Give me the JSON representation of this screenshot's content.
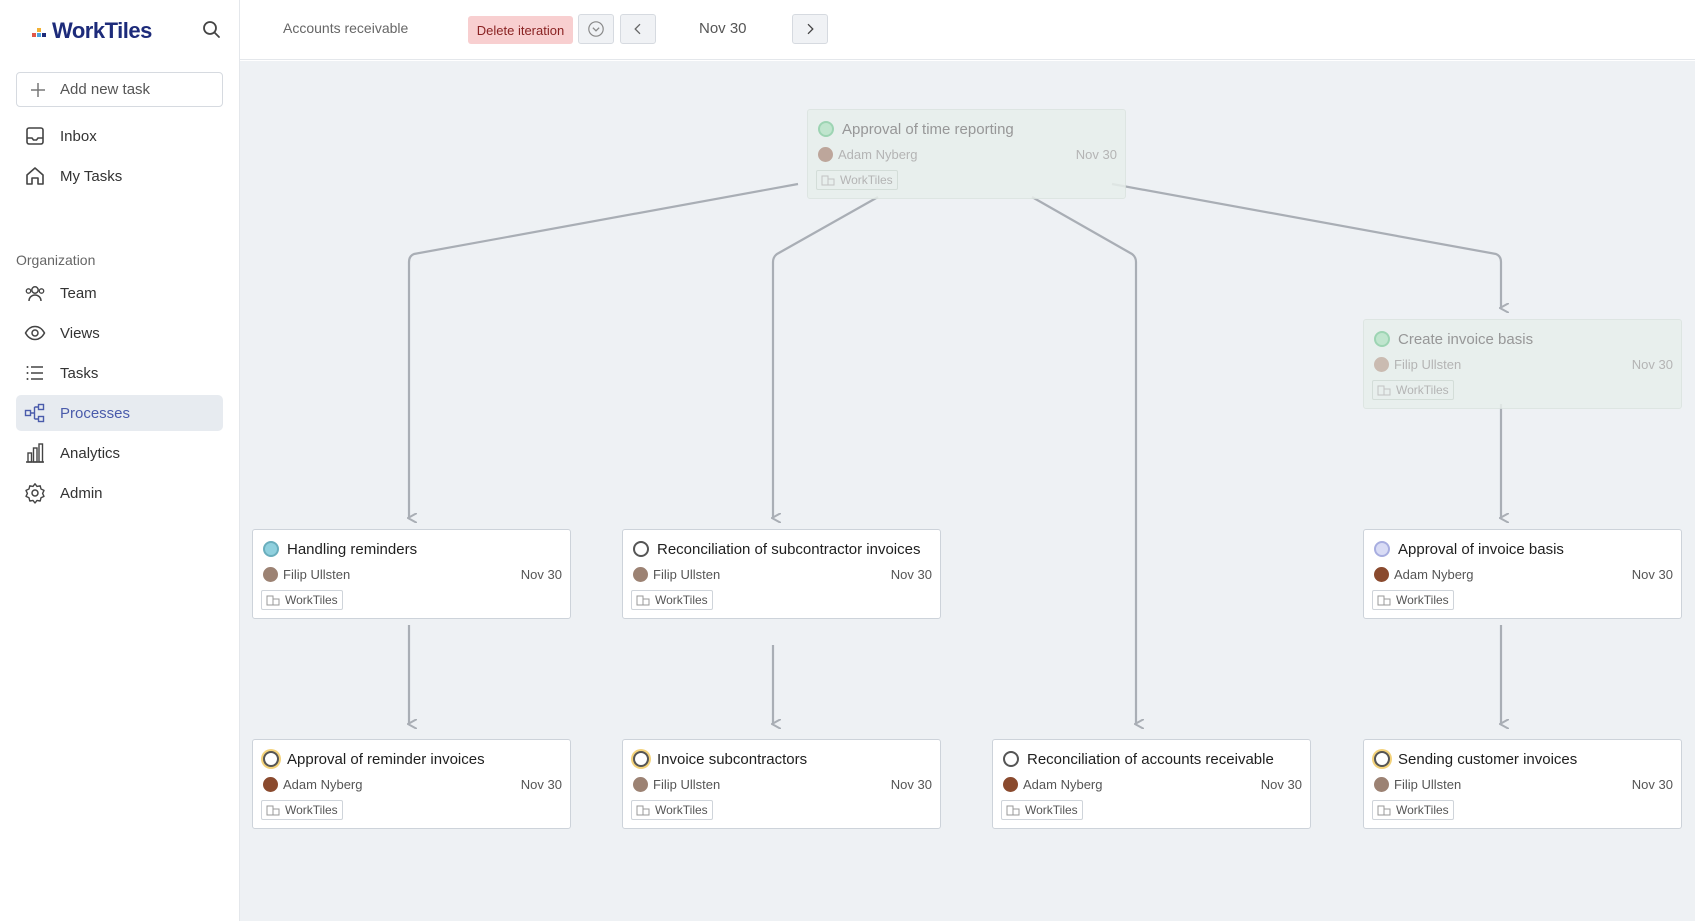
{
  "app": {
    "name": "WorkTiles"
  },
  "sidebar": {
    "add_task_label": "Add new task",
    "items": [
      {
        "label": "Inbox",
        "icon": "inbox-icon"
      },
      {
        "label": "My Tasks",
        "icon": "home-icon"
      },
      {
        "label": "Team",
        "icon": "team-icon"
      },
      {
        "label": "Views",
        "icon": "eye-icon"
      },
      {
        "label": "Tasks",
        "icon": "list-icon"
      },
      {
        "label": "Processes",
        "icon": "processes-icon",
        "active": true
      },
      {
        "label": "Analytics",
        "icon": "bar-chart-icon"
      },
      {
        "label": "Admin",
        "icon": "gear-icon"
      }
    ],
    "section_label": "Organization"
  },
  "topbar": {
    "breadcrumb": "Accounts receivable",
    "delete_label": "Delete iteration",
    "date": "Nov 30"
  },
  "cards": [
    {
      "title": "Approval of time reporting",
      "assignee": "Adam Nyberg",
      "date": "Nov 30",
      "tag": "WorkTiles",
      "status": "green",
      "dim": true
    },
    {
      "title": "Create invoice basis",
      "assignee": "Filip Ullsten",
      "date": "Nov 30",
      "tag": "WorkTiles",
      "status": "green",
      "dim": true
    },
    {
      "title": "Handling reminders",
      "assignee": "Filip Ullsten",
      "date": "Nov 30",
      "tag": "WorkTiles",
      "status": "teal"
    },
    {
      "title": "Reconciliation of subcontractor invoices",
      "assignee": "Filip Ullsten",
      "date": "Nov 30",
      "tag": "WorkTiles",
      "status": "outline"
    },
    {
      "title": "Approval of invoice basis",
      "assignee": "Adam Nyberg",
      "date": "Nov 30",
      "tag": "WorkTiles",
      "status": "lav"
    },
    {
      "title": "Approval of reminder invoices",
      "assignee": "Adam Nyberg",
      "date": "Nov 30",
      "tag": "WorkTiles",
      "status": "yellow"
    },
    {
      "title": "Invoice subcontractors",
      "assignee": "Filip Ullsten",
      "date": "Nov 30",
      "tag": "WorkTiles",
      "status": "yellow"
    },
    {
      "title": "Reconciliation of accounts receivable",
      "assignee": "Adam Nyberg",
      "date": "Nov 30",
      "tag": "WorkTiles",
      "status": "outline"
    },
    {
      "title": "Sending customer invoices",
      "assignee": "Filip Ullsten",
      "date": "Nov 30",
      "tag": "WorkTiles",
      "status": "yellow"
    }
  ],
  "colors": {
    "accent": "#4a5bab",
    "danger_bg": "#f8cfd0",
    "canvas_bg": "#eef1f4",
    "edge": "#a9aeb5"
  }
}
